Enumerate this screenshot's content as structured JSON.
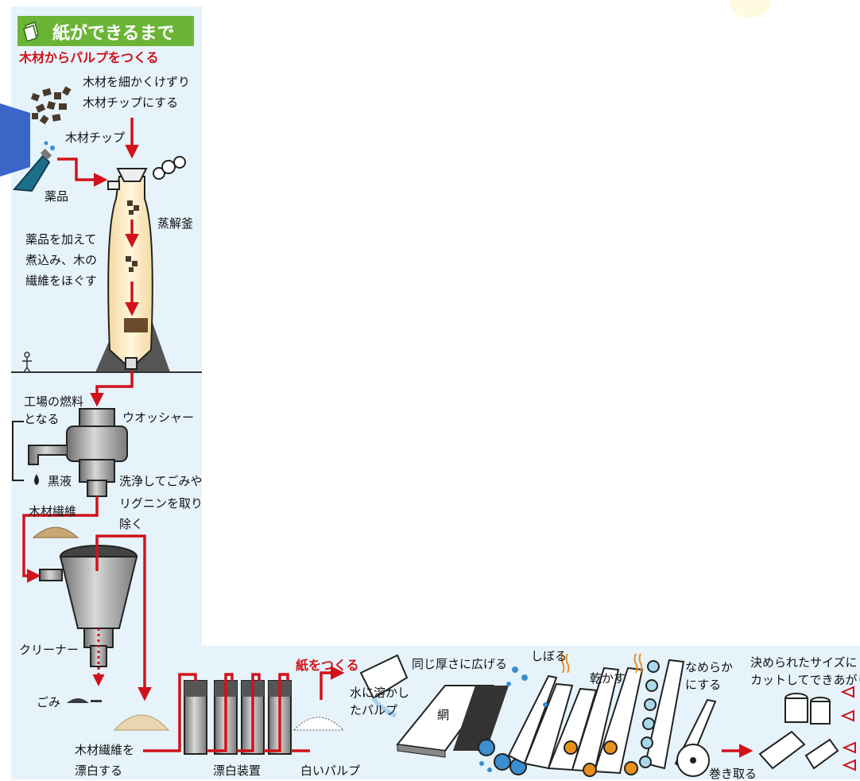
{
  "title": "紙ができるまで",
  "section_pulp": "木材からパルプをつくる",
  "section_paper": "紙をつくる",
  "labels": {
    "chip_step_1": "木材を細かくけずり",
    "chip_step_2": "木材チップにする",
    "wood_chips": "木材チップ",
    "chemicals": "薬品",
    "digester": "蒸解釜",
    "cook_1": "薬品を加えて",
    "cook_2": "煮込み、木の",
    "cook_3": "繊維をほぐす",
    "fuel_1": "工場の燃料",
    "fuel_2": "となる",
    "washer": "ウオッシャー",
    "black_liquor": "黒液",
    "wash_1": "洗浄してごみや",
    "wash_2": "リグニンを取り",
    "wash_3": "除く",
    "wood_fiber": "木材繊維",
    "cleaner": "クリーナー",
    "dust": "ごみ",
    "bleach_1": "木材繊維を",
    "bleach_2": "漂白する",
    "bleach_device": "漂白装置",
    "white_pulp": "白いパルプ",
    "dissolved_1": "水に溶かし",
    "dissolved_2": "たパルプ",
    "spread": "同じ厚さに広げる",
    "wire": "網",
    "squeeze": "しぼる",
    "dry": "乾かす",
    "smooth_1": "なめらか",
    "smooth_2": "にする",
    "cut_1": "決められたサイズに",
    "cut_2": "カットしてできあがり",
    "wind": "巻き取る"
  },
  "colors": {
    "panel": "#e6f3fb",
    "title_bar": "#6bb536",
    "flow_arrow": "#d1121a",
    "machine_gray": "#8a8a8a",
    "roller_blue": "#3b8fd0",
    "roller_orange": "#e8901c",
    "flask_teal": "#1c6e8a",
    "callout_blue": "#3a66c8"
  }
}
